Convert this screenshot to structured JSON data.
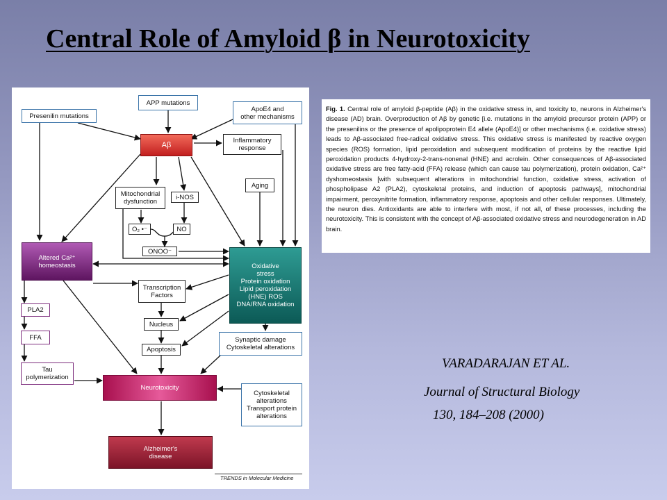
{
  "slide": {
    "title": "Central Role of Amyloid β in Neurotoxicity"
  },
  "figure": {
    "boxes": {
      "app_mutations": "APP mutations",
      "presenilin_mutations": "Presenilin mutations",
      "apoe4_line1": "ApoE4 and",
      "apoe4_line2": "other mechanisms",
      "abeta": "Aβ",
      "inflammatory_line1": "Inflammatory",
      "inflammatory_line2": "response",
      "mito_line1": "Mitochondrial",
      "mito_line2": "dysfunction",
      "inos": "i-NOS",
      "aging": "Aging",
      "superoxide": "O₂ •⁻",
      "no": "NO",
      "onoo": "ONOO⁻",
      "calcium_line1": "Altered Ca²⁺",
      "calcium_line2": "homeostasis",
      "oxidative_line1": "Oxidative",
      "oxidative_line2": "stress",
      "oxidative_line3": "Protein oxidation",
      "oxidative_line4": "Lipid peroxidation",
      "oxidative_line5": "(HNE) ROS",
      "oxidative_line6": "DNA/RNA oxidation",
      "transcription_line1": "Transcription",
      "transcription_line2": "Factors",
      "pla2": "PLA2",
      "nucleus": "Nucleus",
      "ffa": "FFA",
      "apoptosis": "Apoptosis",
      "synaptic_line1": "Synaptic damage",
      "synaptic_line2": "Cytoskeletal alterations",
      "tau_line1": "Tau",
      "tau_line2": "polymerization",
      "neurotoxicity": "Neurotoxicity",
      "cyto_line1": "Cytoskeletal",
      "cyto_line2": "alterations",
      "cyto_line3": "Transport protein",
      "cyto_line4": "alterations",
      "alzheimers_line1": "Alzheimer's",
      "alzheimers_line2": "disease"
    },
    "credit": "TRENDS in Molecular Medicine"
  },
  "caption": {
    "label": "Fig. 1.",
    "text": "Central role of amyloid β-peptide (Aβ) in the oxidative stress in, and toxicity to, neurons in Alzheimer's disease (AD) brain. Overproduction of Aβ by genetic [i.e. mutations in the amyloid precursor protein (APP) or the presenilins or the presence of apolipoprotein E4 allele (ApoE4)] or other mechanisms (i.e. oxidative stress) leads to Aβ-associated free-radical oxidative stress. This oxidative stress is manifested by reactive oxygen species (ROS) formation, lipid peroxidation and subsequent modification of proteins by the reactive lipid peroxidation products 4-hydroxy-2-trans-nonenal (HNE) and acrolein. Other consequences of Aβ-associated oxidative stress are free fatty-acid (FFA) release (which can cause tau polymerization), protein oxidation, Ca²⁺ dyshomeostasis [with subsequent alterations in mitochondrial function, oxidative stress, activation of phospholipase A2 (PLA2), cytoskeletal proteins, and induction of apoptosis pathways], mitochondrial impairment, peroxynitrite formation, inflammatory response, apoptosis and other cellular responses. Ultimately, the neuron dies. Antioxidants are able to interfere with most, if not all, of these processes, including the neurotoxicity. This is consistent with the concept of Aβ-associated oxidative stress and neurodegeneration in AD brain."
  },
  "citation": {
    "authors": "VARADARAJAN ET AL.",
    "journal": "Journal of Structural Biology",
    "volume": "130, 184–208 (2000)"
  },
  "colors": {
    "abeta": "#d8302a",
    "calcium": "#7b2a7b",
    "oxidative": "#136b66",
    "neurotoxicity": "#c02870",
    "alzheimers": "#9c2036",
    "outline_blue": "#3a73a8"
  }
}
